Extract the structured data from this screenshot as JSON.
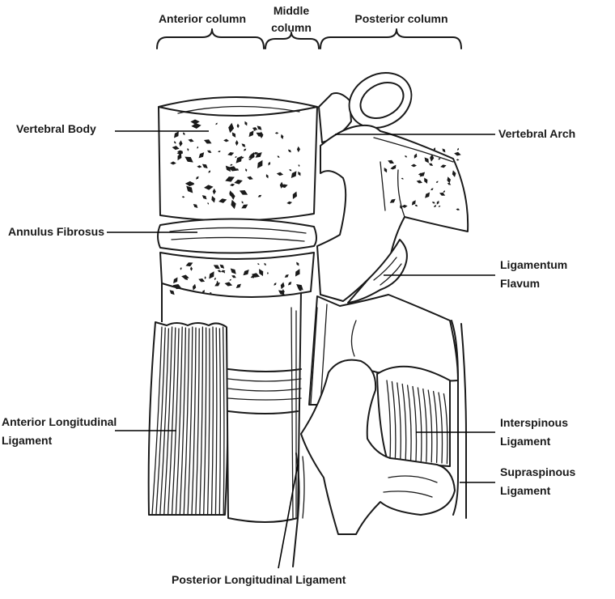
{
  "columns": {
    "anterior": "Anterior column",
    "middle_line1": "Middle",
    "middle_line2": "column",
    "posterior": "Posterior column"
  },
  "labels": {
    "vertebral_body": "Vertebral Body",
    "annulus_fibrosus": "Annulus Fibrosus",
    "anterior_longitudinal_line1": "Anterior Longitudinal",
    "anterior_longitudinal_line2": "Ligament",
    "vertebral_arch": "Vertebral Arch",
    "ligamentum_flavum_line1": "Ligamentum",
    "ligamentum_flavum_line2": "Flavum",
    "interspinous_line1": "Interspinous",
    "interspinous_line2": "Ligament",
    "supraspinous_line1": "Supraspinous",
    "supraspinous_line2": "Ligament",
    "posterior_longitudinal": "Posterior Longitudinal Ligament"
  },
  "colors": {
    "ink": "#1a1a1a",
    "background": "#ffffff"
  }
}
